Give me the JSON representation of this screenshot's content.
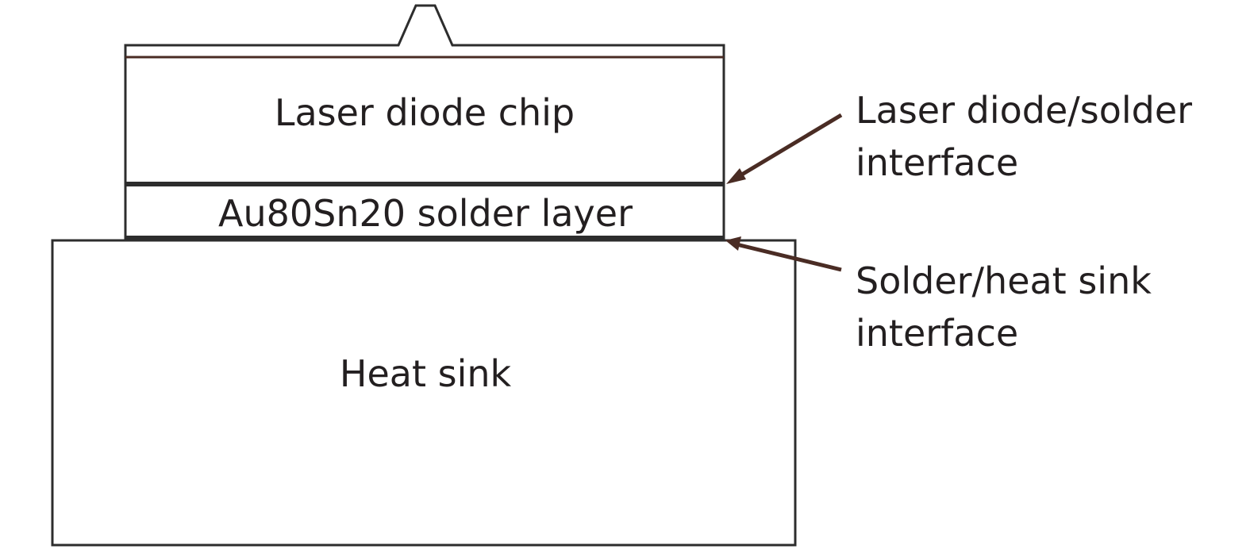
{
  "diagram": {
    "layers": {
      "chip": {
        "label": "Laser diode chip"
      },
      "solder": {
        "label": "Au80Sn20 solder layer"
      },
      "heatsink": {
        "label": "Heat sink"
      }
    },
    "annotations": [
      {
        "label_line1": "Laser diode/solder",
        "label_line2": "interface"
      },
      {
        "label_line1": "Solder/heat sink",
        "label_line2": "interface"
      }
    ],
    "colors": {
      "outline": "#2d2d2d",
      "arrow": "#4a2c24",
      "stripe": "#4a2c24",
      "text": "#231f20"
    }
  }
}
